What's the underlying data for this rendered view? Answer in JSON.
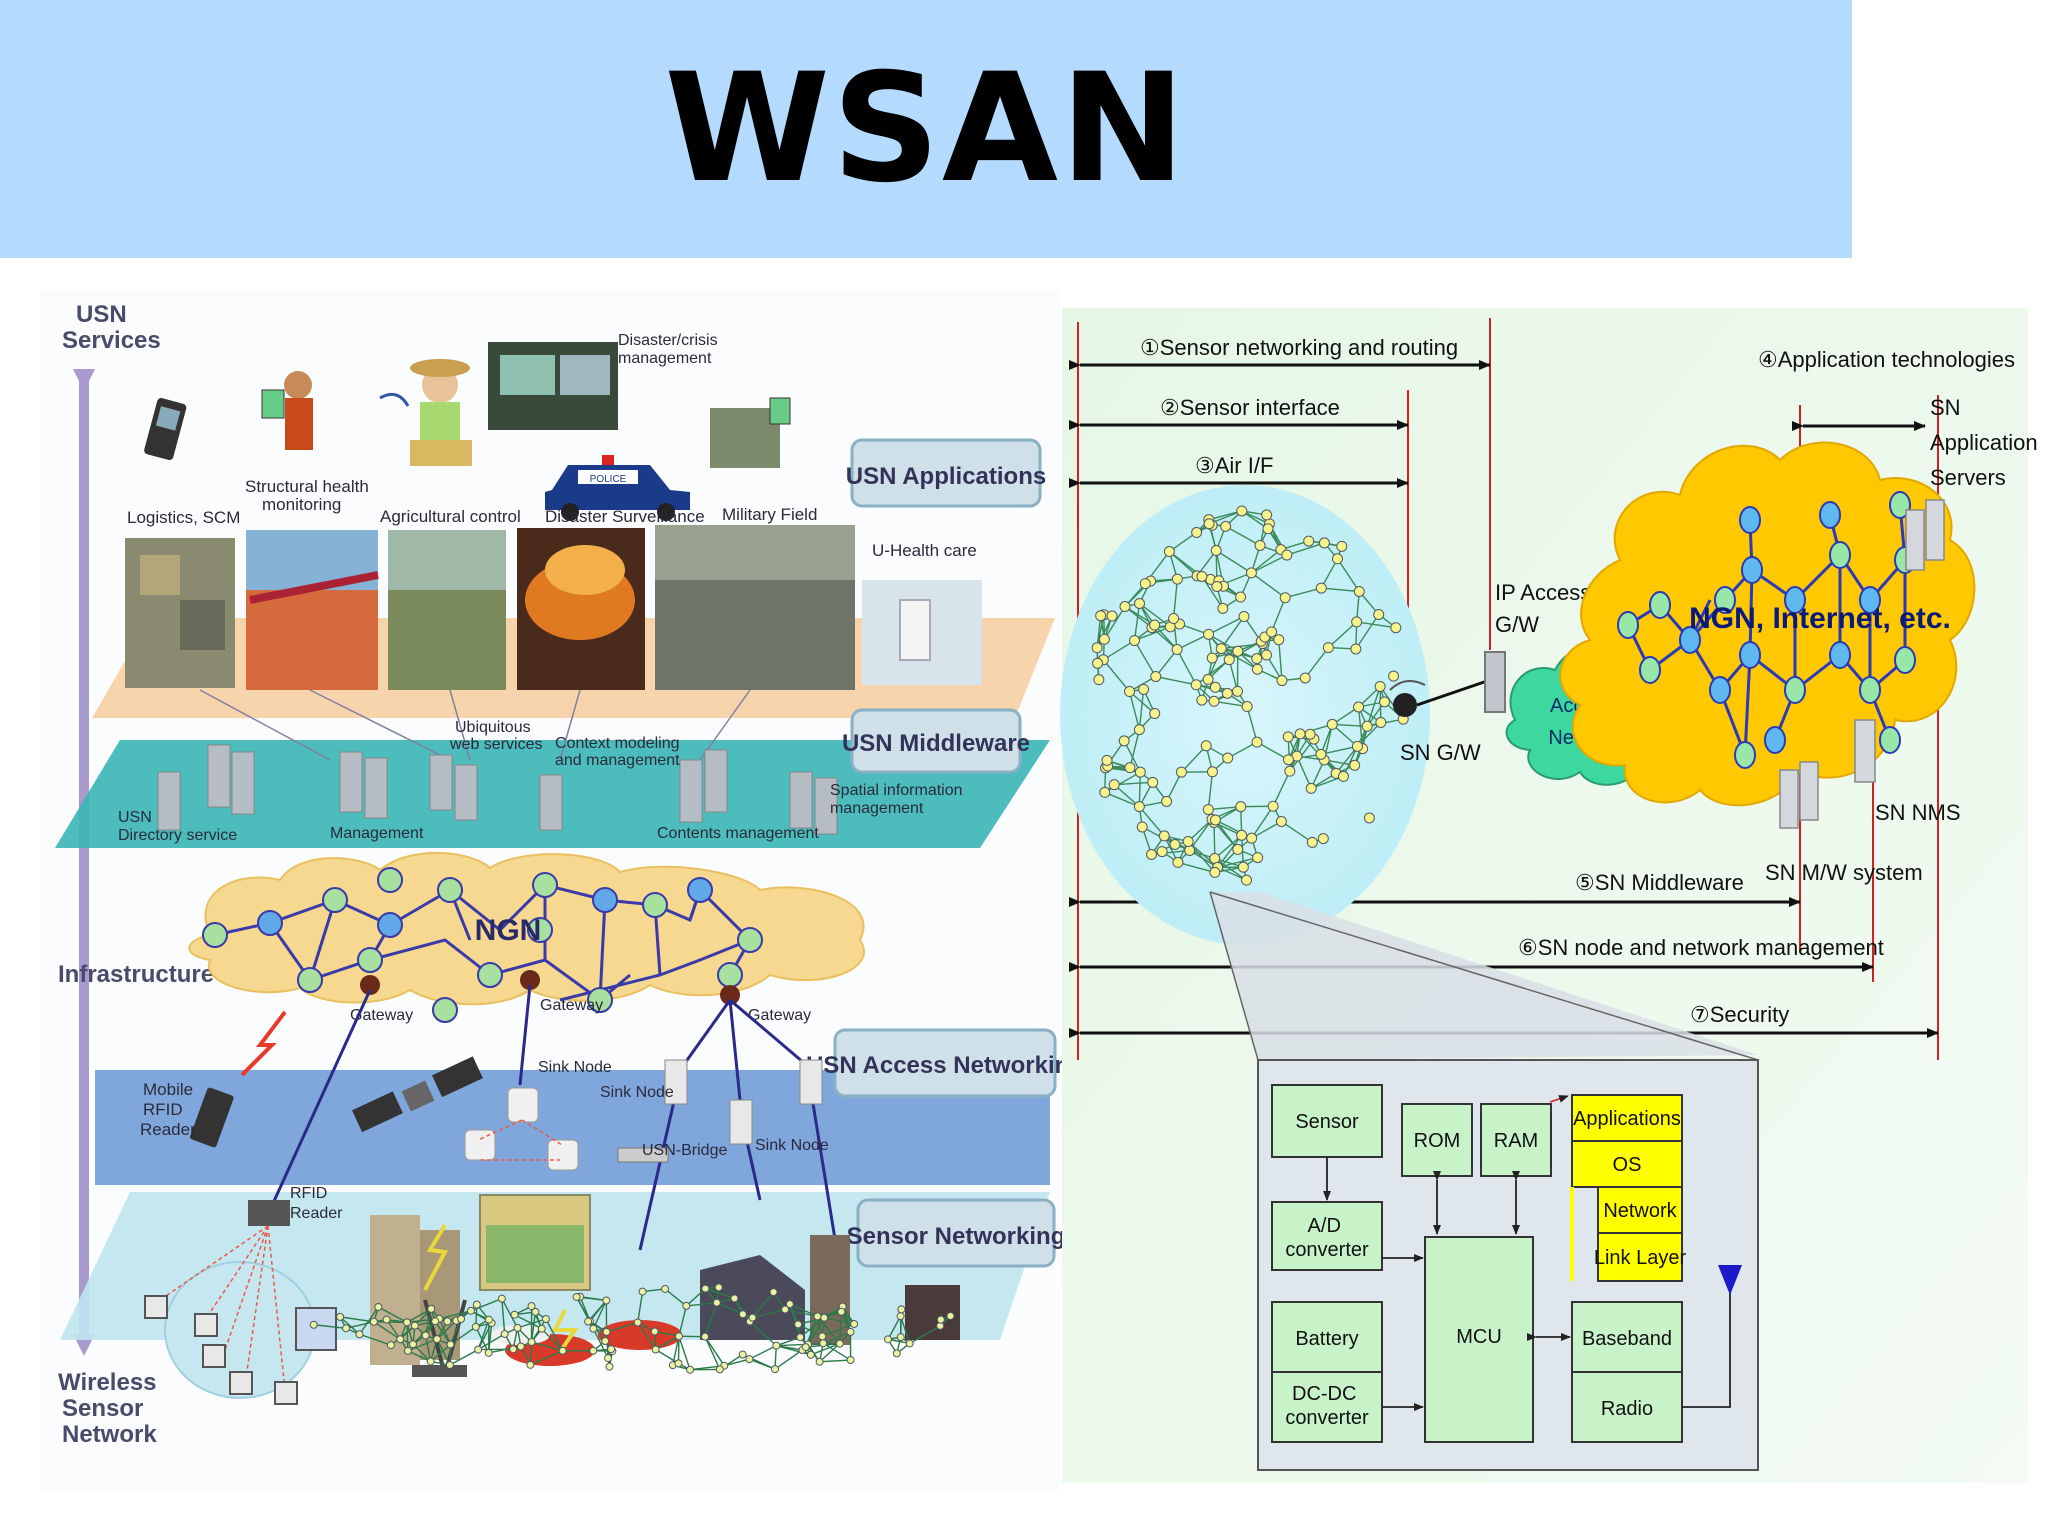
{
  "title": "WSAN",
  "left": {
    "side_labels": {
      "services": [
        "USN",
        "Services"
      ],
      "infrastructure": "Infrastructure",
      "wsn": [
        "Wireless",
        "Sensor",
        "Network"
      ]
    },
    "panels": {
      "applications": "USN Applications",
      "middleware": "USN Middleware",
      "access": "USN Access Networking",
      "sensor": "Sensor Networking"
    },
    "applications": {
      "logistics": "Logistics, SCM",
      "structural": [
        "Structural health",
        "monitoring"
      ],
      "agricultural": "Agricultural control",
      "disaster_crisis": [
        "Disaster/crisis",
        "management"
      ],
      "disaster_surveillance": "Disaster Surveillance",
      "military": "Military Field",
      "uhealth": "U-Health care",
      "police": "POLICE"
    },
    "middleware": {
      "directory": [
        "USN",
        "Directory service"
      ],
      "management": "Management",
      "ubiquitous": [
        "Ubiquitous",
        "web services"
      ],
      "context": [
        "Context modeling",
        "and management"
      ],
      "contents": "Contents management",
      "spatial": [
        "Spatial information",
        "management"
      ]
    },
    "infra": {
      "ngn": "NGN",
      "gateway": "Gateway",
      "sink_node": "Sink Node",
      "usn_bridge": "USN-Bridge",
      "mobile_rfid": [
        "Mobile",
        "RFID",
        "Reader"
      ],
      "rfid_reader": [
        "RFID",
        "Reader"
      ]
    }
  },
  "right": {
    "ranges": {
      "r1": "①Sensor networking and routing",
      "r2": "②Sensor interface",
      "r3": "③Air I/F",
      "r4": "④Application technologies",
      "r5": "⑤SN Middleware",
      "r6": "⑥SN node and network management",
      "r7": "⑦Security"
    },
    "labels": {
      "sn_gw": "SN G/W",
      "ip_access": [
        "IP Access",
        "G/W"
      ],
      "access_network": [
        "Access",
        "Network"
      ],
      "ngn_internet": "NGN, Internet, etc.",
      "sn_app_servers": [
        "SN",
        "Application",
        "Servers"
      ],
      "sn_nms": "SN NMS",
      "sn_mw": "SN M/W system"
    },
    "node_diagram": {
      "sensor": "Sensor",
      "ad": [
        "A/D",
        "converter"
      ],
      "battery": "Battery",
      "dcdc": [
        "DC-DC",
        "converter"
      ],
      "rom": "ROM",
      "ram": "RAM",
      "mcu": "MCU",
      "applications": "Applications",
      "os": "OS",
      "network": "Network",
      "link_layer": "Link Layer",
      "baseband": "Baseband",
      "radio": "Radio"
    }
  }
}
